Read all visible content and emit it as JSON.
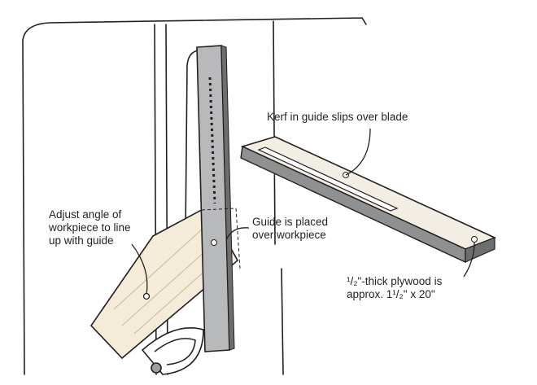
{
  "labels": {
    "kerf": "Kerf in guide slips over blade",
    "adjust_line1": "Adjust angle of",
    "adjust_line2": "workpiece to line",
    "adjust_line3": "up with guide",
    "guide_line1": "Guide is placed",
    "guide_line2": "over workpiece",
    "plywood_line1": "¹/₂\"-thick plywood is",
    "plywood_line2": "approx. 1¹/₂\" x 20\""
  },
  "colors": {
    "ink": "#231f20",
    "wood": "#f4ecd8",
    "guide": "#b8b9bb",
    "guide_dark": "#6d6e70"
  }
}
